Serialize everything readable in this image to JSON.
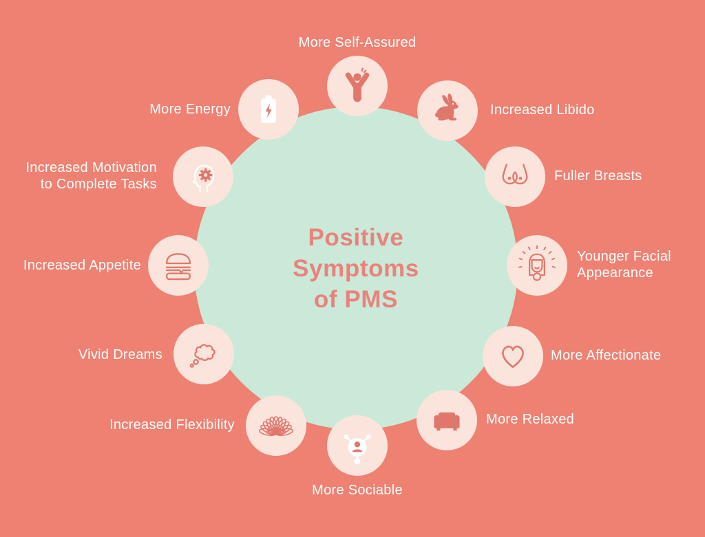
{
  "title": {
    "line1": "Positive",
    "line2": "Symptoms",
    "line3": "of PMS"
  },
  "colors": {
    "background": "#ee8172",
    "center_circle": "#cbe9d8",
    "icon_circle": "#fbe4db",
    "icon_coral": "#df776a",
    "icon_white": "#ffffff",
    "title_text": "#e8837c",
    "label_text": "#ffffff"
  },
  "items": [
    {
      "label": "More Self-Assured",
      "icon": "cheering-person-icon"
    },
    {
      "label": "Increased Libido",
      "icon": "rabbit-icon"
    },
    {
      "label": "Fuller Breasts",
      "icon": "breasts-icon"
    },
    {
      "label": "Younger Facial Appearance",
      "icon": "glowing-face-icon"
    },
    {
      "label": "More Affectionate",
      "icon": "heart-icon"
    },
    {
      "label": "More Relaxed",
      "icon": "sofa-icon"
    },
    {
      "label": "More Sociable",
      "icon": "person-network-icon"
    },
    {
      "label": "Increased Flexibility",
      "icon": "slinky-icon"
    },
    {
      "label": "Vivid Dreams",
      "icon": "thought-bubble-icon"
    },
    {
      "label": "Increased Appetite",
      "icon": "hamburger-icon"
    },
    {
      "label": "Increased Motivation to Complete Tasks",
      "icon": "head-gear-icon"
    },
    {
      "label": "More Energy",
      "icon": "battery-lightning-icon"
    }
  ]
}
